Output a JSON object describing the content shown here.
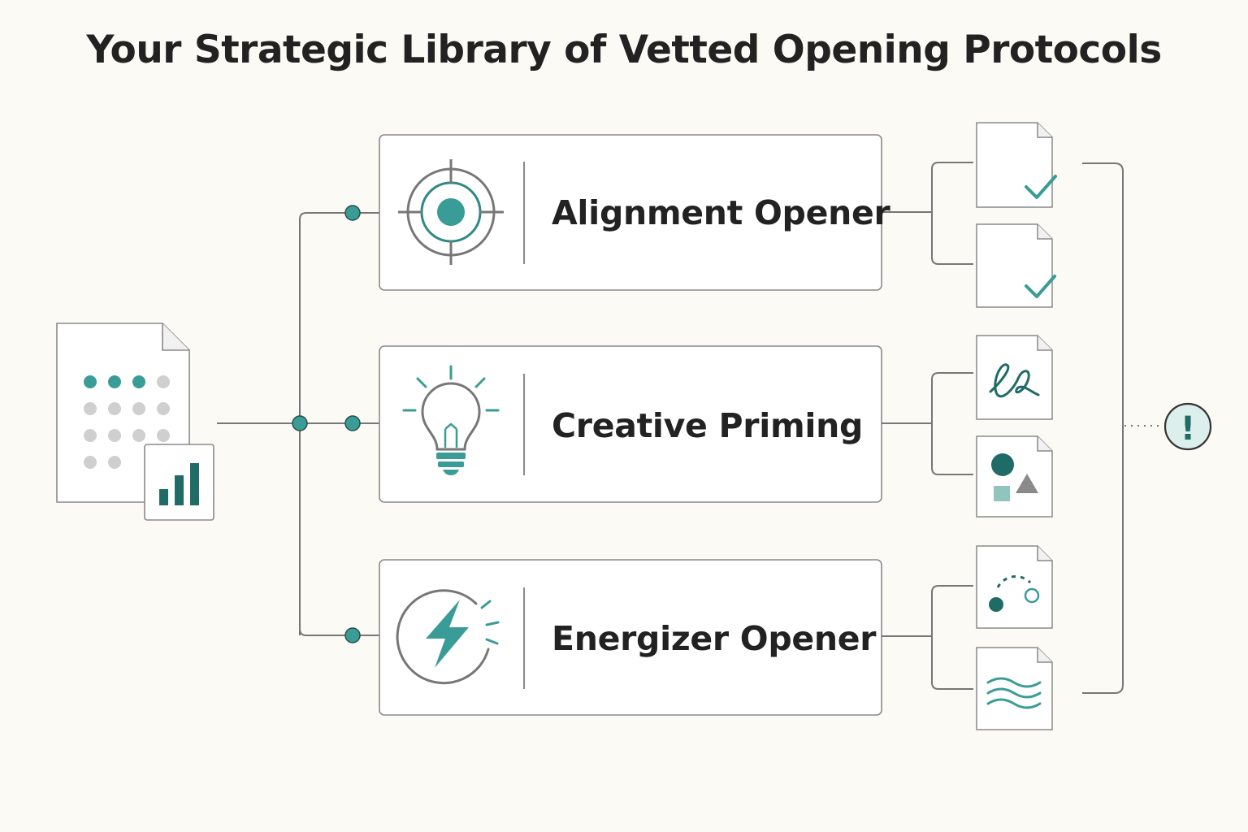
{
  "title": "Your Strategic Library of Vetted Opening Protocols",
  "colors": {
    "background": "#fcfaf5",
    "teal": "#3a9c96",
    "dark_teal": "#1f6b66",
    "line": "#777777",
    "dot_gray": "#cfcfcf",
    "card_fill": "#ffffff",
    "alert_fill": "#dcefec"
  },
  "source": {
    "icon": "dot-grid-document-with-bar-chart-icon"
  },
  "protocols": [
    {
      "label": "Alignment Opener",
      "icon": "target-icon",
      "outputs": [
        "document-check-icon",
        "document-check-icon"
      ]
    },
    {
      "label": "Creative Priming",
      "icon": "lightbulb-icon",
      "outputs": [
        "document-signature-icon",
        "document-shapes-icon"
      ]
    },
    {
      "label": "Energizer Opener",
      "icon": "lightning-bolt-icon",
      "outputs": [
        "document-arc-dots-icon",
        "document-waves-icon"
      ]
    }
  ],
  "alert": {
    "icon": "exclamation-icon",
    "glyph": "!"
  }
}
